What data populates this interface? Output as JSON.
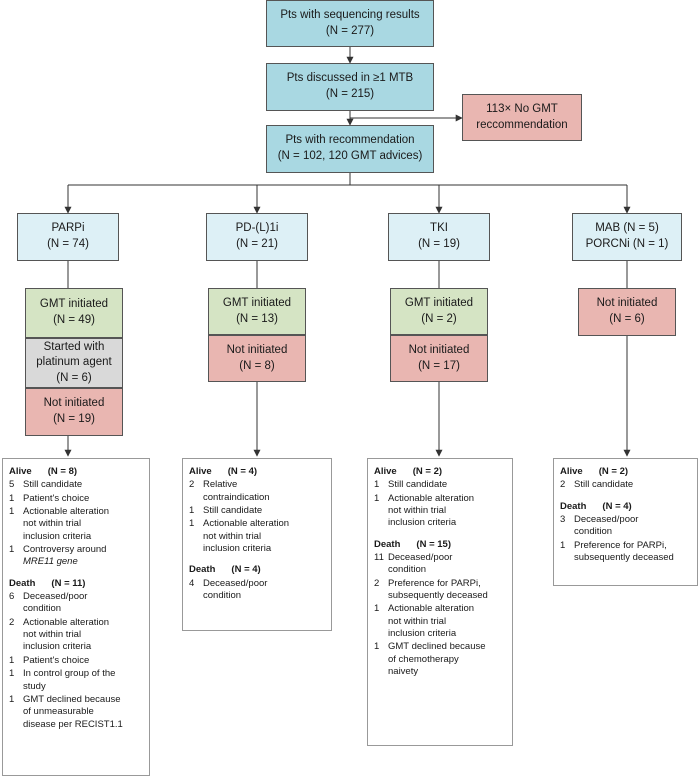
{
  "top": {
    "sequencing": {
      "label": "Pts with sequencing results",
      "n": "(N = 277)"
    },
    "discussed": {
      "label": "Pts discussed in ≥1 MTB",
      "n": "(N = 215)"
    },
    "no_gmt": {
      "line1": "113× No GMT",
      "line2": "reccommendation"
    },
    "recommendation": {
      "label": "Pts with recommendation",
      "n": "(N = 102, 120 GMT advices)"
    }
  },
  "columns": [
    {
      "head": [
        "PARPi",
        "(N = 74)"
      ],
      "statuses": [
        {
          "l1": "GMT initiated",
          "l2": "(N = 49)"
        },
        {
          "l1": "Started with",
          "l2": "platinum agent",
          "l3": "(N = 6)"
        },
        {
          "l1": "Not initiated",
          "l2": "(N = 19)"
        }
      ],
      "alive": {
        "label": "Alive",
        "n": "(N = 8)",
        "items": [
          {
            "count": "5",
            "lines": [
              "Still candidate"
            ]
          },
          {
            "count": "1",
            "lines": [
              "Patient's choice"
            ]
          },
          {
            "count": "1",
            "lines": [
              "Actionable alteration",
              "not within trial",
              "inclusion criteria"
            ]
          },
          {
            "count": "1",
            "lines": [
              "Controversy around",
              "MRE11 gene"
            ]
          }
        ]
      },
      "death": {
        "label": "Death",
        "n": "(N = 11)",
        "items": [
          {
            "count": "6",
            "lines": [
              "Deceased/poor",
              "condition"
            ]
          },
          {
            "count": "2",
            "lines": [
              "Actionable alteration",
              "not within trial",
              "inclusion criteria"
            ]
          },
          {
            "count": "1",
            "lines": [
              "Patient's choice"
            ]
          },
          {
            "count": "1",
            "lines": [
              "In control group of  the",
              "study"
            ]
          },
          {
            "count": "1",
            "lines": [
              "GMT declined because",
              "of unmeasurable",
              "disease per RECIST1.1"
            ]
          }
        ]
      }
    },
    {
      "head": [
        "PD-(L)1i",
        "(N = 21)"
      ],
      "statuses": [
        {
          "l1": "GMT initiated",
          "l2": "(N = 13)"
        },
        {
          "l1": "Not initiated",
          "l2": "(N = 8)"
        }
      ],
      "alive": {
        "label": "Alive",
        "n": "(N = 4)",
        "items": [
          {
            "count": "2",
            "lines": [
              "Relative",
              "contraindication"
            ]
          },
          {
            "count": "1",
            "lines": [
              "Still candidate"
            ]
          },
          {
            "count": "1",
            "lines": [
              "Actionable alteration",
              "not within trial",
              "inclusion criteria"
            ]
          }
        ]
      },
      "death": {
        "label": "Death",
        "n": "(N = 4)",
        "items": [
          {
            "count": "4",
            "lines": [
              "Deceased/poor",
              "condition"
            ]
          }
        ]
      }
    },
    {
      "head": [
        "TKI",
        "(N = 19)"
      ],
      "statuses": [
        {
          "l1": "GMT initiated",
          "l2": "(N = 2)"
        },
        {
          "l1": "Not initiated",
          "l2": "(N = 17)"
        }
      ],
      "alive": {
        "label": "Alive",
        "n": "(N = 2)",
        "items": [
          {
            "count": "1",
            "lines": [
              "Still candidate"
            ]
          },
          {
            "count": "1",
            "lines": [
              "Actionable alteration",
              "not within trial",
              "inclusion criteria"
            ]
          }
        ]
      },
      "death": {
        "label": "Death",
        "n": "(N = 15)",
        "items": [
          {
            "count": "11",
            "lines": [
              "Deceased/poor",
              "condition"
            ]
          },
          {
            "count": "2",
            "lines": [
              "Preference for PARPi,",
              "subsequently deceased"
            ]
          },
          {
            "count": "1",
            "lines": [
              "Actionable alteration",
              "not within trial",
              "inclusion criteria"
            ]
          },
          {
            "count": "1",
            "lines": [
              "GMT declined because",
              "of chemotherapy",
              "naivety"
            ]
          }
        ]
      }
    },
    {
      "head": [
        "MAB (N = 5)",
        "PORCNi (N = 1)"
      ],
      "statuses": [
        {
          "l1": "Not initiated",
          "l2": "(N = 6)"
        }
      ],
      "alive": {
        "label": "Alive",
        "n": "(N = 2)",
        "items": [
          {
            "count": "2",
            "lines": [
              "Still candidate"
            ]
          }
        ]
      },
      "death": {
        "label": "Death",
        "n": "(N = 4)",
        "items": [
          {
            "count": "3",
            "lines": [
              "Deceased/poor",
              "condition"
            ]
          },
          {
            "count": "1",
            "lines": [
              "Preference for PARPi,",
              "subsequently deceased"
            ]
          }
        ]
      }
    }
  ]
}
